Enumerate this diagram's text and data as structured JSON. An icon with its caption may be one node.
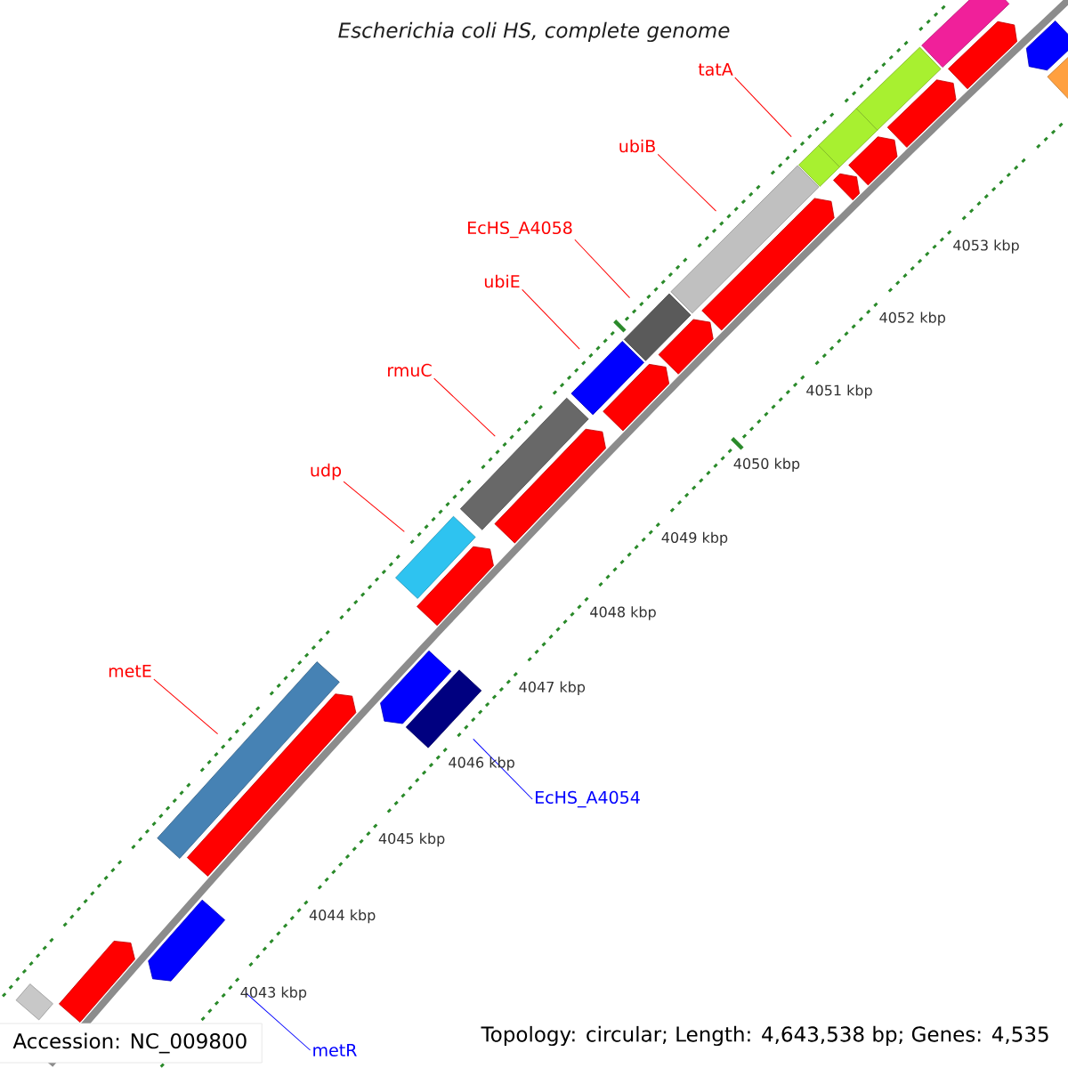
{
  "diagram": {
    "title": "Escherichia coli HS, complete genome",
    "nodes": [
      {
        "text": [
          "tatA"
        ]
      },
      {
        "text": [
          "ubiB"
        ]
      },
      {
        "text": [
          "EcHS_A4058"
        ]
      },
      {
        "text": [
          "ubiE"
        ]
      },
      {
        "text": [
          "rmuC"
        ]
      },
      {
        "text": [
          "udp"
        ]
      },
      {
        "text": [
          "metE"
        ]
      },
      {
        "text": [
          "EcHS_A4054"
        ]
      },
      {
        "text": [
          "metR"
        ]
      },
      {
        "text": [],
        "shape": "bar"
      },
      {
        "text": [],
        "shape": "arrow"
      },
      {
        "text": [],
        "shape": "arrow"
      },
      {
        "text": [],
        "shape": "bar"
      },
      {
        "text": [],
        "shape": "arrow"
      },
      {
        "text": [],
        "shape": "arrow"
      },
      {
        "text": [],
        "shape": "bar"
      },
      {
        "text": [],
        "shape": "arrow"
      },
      {
        "text": [],
        "shape": "bar"
      },
      {
        "text": [],
        "shape": "bar"
      },
      {
        "text": [],
        "shape": "arrow"
      },
      {
        "text": [],
        "shape": "bar"
      },
      {
        "text": [],
        "shape": "arrow"
      },
      {
        "text": [],
        "shape": "bar"
      },
      {
        "text": [],
        "shape": "arrow"
      },
      {
        "text": [],
        "shape": "bar"
      },
      {
        "text": [],
        "shape": "arrow"
      },
      {
        "text": [],
        "shape": "bar"
      },
      {
        "text": [],
        "shape": "arrow"
      },
      {
        "text": [],
        "shape": "bar"
      },
      {
        "text": [],
        "shape": "arrow"
      },
      {
        "text": [],
        "shape": "bar"
      },
      {
        "text": [],
        "shape": "arrow"
      },
      {
        "text": [],
        "shape": "bar"
      },
      {
        "text": [],
        "shape": "arrow"
      },
      {
        "text": [],
        "shape": "arrow"
      },
      {
        "text": [],
        "shape": "bar"
      }
    ],
    "edges": [
      {
        "from": 0,
        "to": 26,
        "arrow": "none"
      },
      {
        "from": 1,
        "to": 24,
        "arrow": "none"
      },
      {
        "from": 2,
        "to": 22,
        "arrow": "none"
      },
      {
        "from": 3,
        "to": 20,
        "arrow": "none"
      },
      {
        "from": 4,
        "to": 18,
        "arrow": "none"
      },
      {
        "from": 5,
        "to": 17,
        "arrow": "none"
      },
      {
        "from": 6,
        "to": 12,
        "arrow": "none"
      },
      {
        "from": 7,
        "to": 15,
        "arrow": "none",
        "color": "#0000ff"
      },
      {
        "from": 8,
        "to": 11,
        "arrow": "none",
        "color": "#0000ff"
      }
    ],
    "labels": [
      "4053 kbp",
      "4052 kbp",
      "4051 kbp",
      "4050 kbp",
      "4049 kbp",
      "4048 kbp",
      "4047 kbp",
      "4046 kbp",
      "4045 kbp",
      "4044 kbp",
      "4043 kbp",
      "Accession: NC_009800",
      "Topology: circular; Length: 4,643,538 bp; Genes: 4,535"
    ]
  }
}
